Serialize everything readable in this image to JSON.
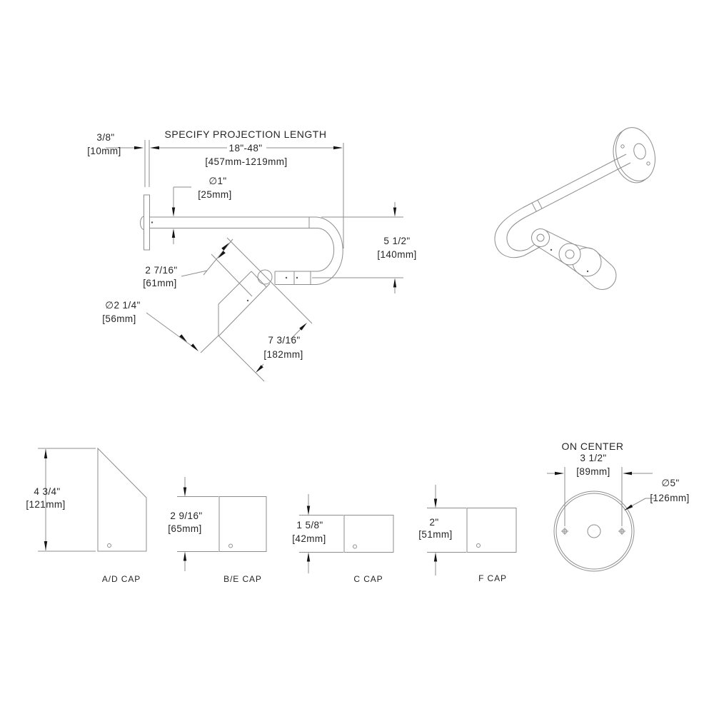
{
  "page": {
    "background": "#ffffff",
    "line_color": "#8d8d8d",
    "text_color": "#262626",
    "arrow_color": "#141414"
  },
  "main_view": {
    "projection": {
      "label": "SPECIFY PROJECTION LENGTH",
      "inches": "18\"-48\"",
      "mm": "[457mm-1219mm]"
    },
    "wall_thickness": {
      "inches": "3/8\"",
      "mm": "[10mm]"
    },
    "bar_diameter": {
      "inches": "∅1\"",
      "mm": "[25mm]"
    },
    "return_depth": {
      "inches": "5 1/2\"",
      "mm": "[140mm]"
    },
    "cap_face_width": {
      "inches": "2 7/16\"",
      "mm": "[61mm]"
    },
    "cap_diameter": {
      "inches": "∅2 1/4\"",
      "mm": "[56mm]"
    },
    "cap_length": {
      "inches": "7 3/16\"",
      "mm": "[182mm]"
    }
  },
  "caps": [
    {
      "label": "A/D CAP",
      "inches": "4 3/4\"",
      "mm": "[121mm]"
    },
    {
      "label": "B/E CAP",
      "inches": "2 9/16\"",
      "mm": "[65mm]"
    },
    {
      "label": "C CAP",
      "inches": "1 5/8\"",
      "mm": "[42mm]"
    },
    {
      "label": "F CAP",
      "inches": "2\"",
      "mm": "[51mm]"
    }
  ],
  "flange_view": {
    "on_center_label": "ON CENTER",
    "spacing_inches": "3 1/2\"",
    "spacing_mm": "[89mm]",
    "diameter_inches": "∅5\"",
    "diameter_mm": "[126mm]"
  }
}
